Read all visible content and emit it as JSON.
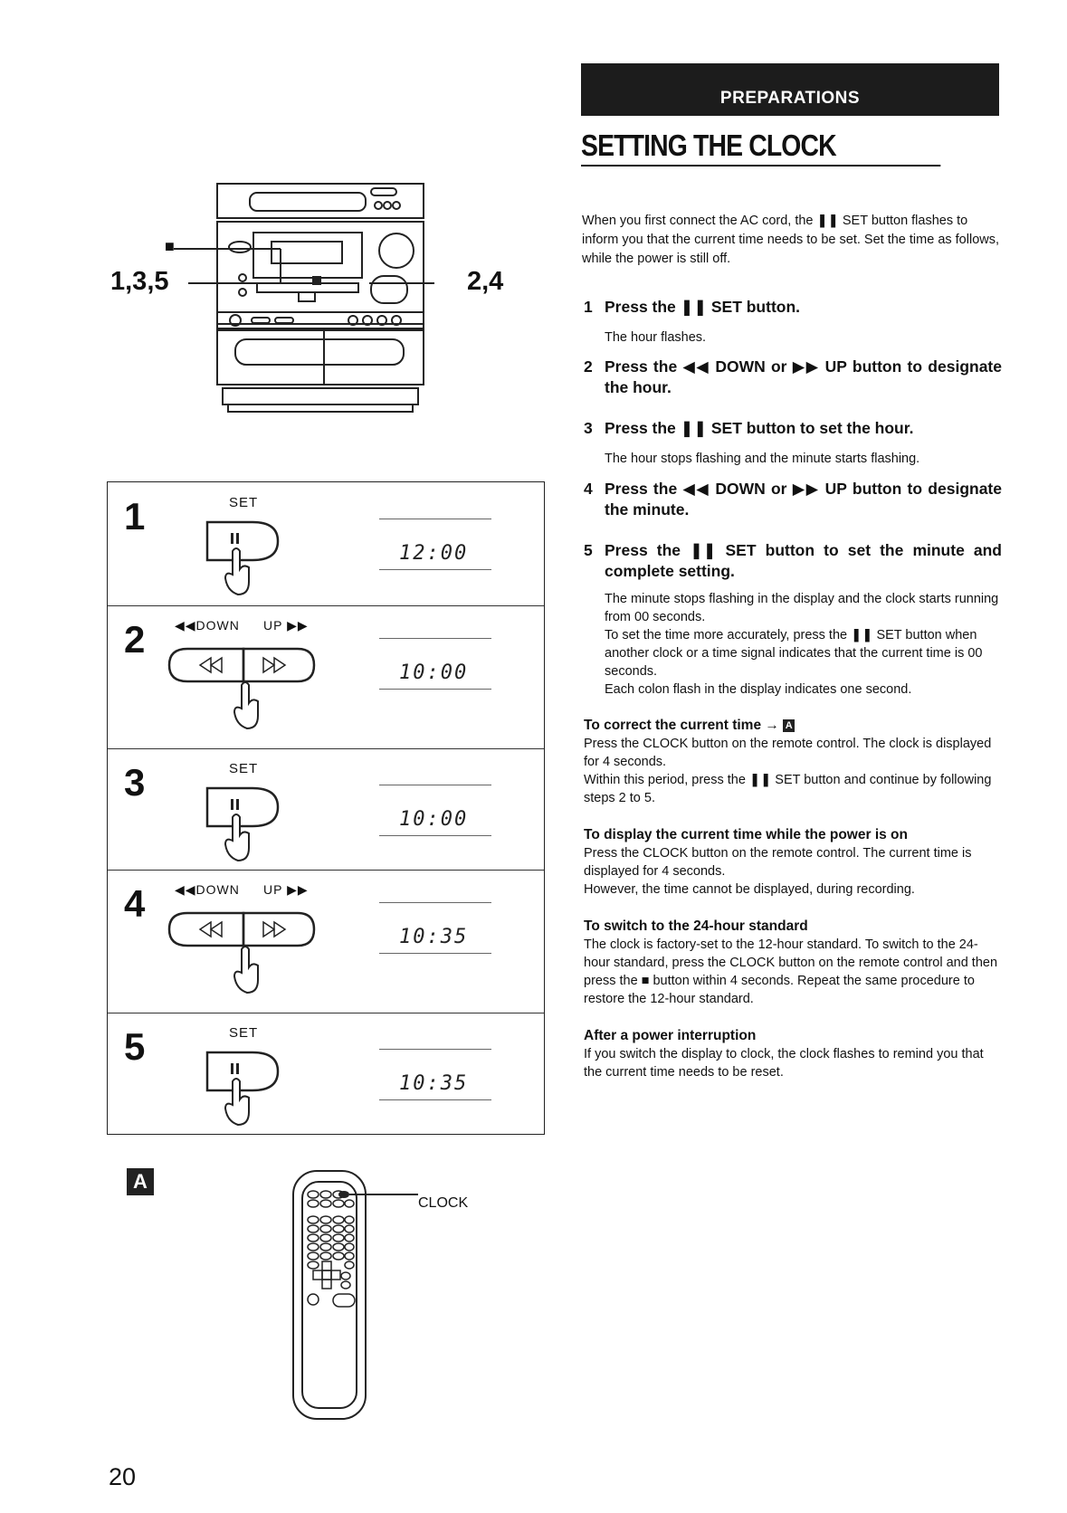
{
  "header": {
    "section": "PREPARATIONS",
    "title": "SETTING THE CLOCK"
  },
  "intro": "When you first connect the AC cord, the ❚❚ SET button flashes to inform you that the current time needs to be set.  Set the time as follows, while the power is still off.",
  "steps": [
    {
      "num": "1",
      "title": "Press the ❚❚ SET button.",
      "note": "The hour flashes."
    },
    {
      "num": "2",
      "title": "Press the ◀◀ DOWN or ▶▶ UP button to designate the hour.",
      "note": ""
    },
    {
      "num": "3",
      "title": "Press the ❚❚ SET button to set the hour.",
      "note": "The hour stops flashing and the minute starts flashing."
    },
    {
      "num": "4",
      "title": "Press the ◀◀ DOWN or ▶▶ UP button to designate the minute.",
      "note": ""
    },
    {
      "num": "5",
      "title": "Press the ❚❚ SET button to set the minute and complete setting.",
      "note_lines": [
        "The minute stops flashing in the display and the clock starts running from 00 seconds.",
        "To set the time more accurately, press the ❚❚ SET button when another clock or a time signal indicates that the current time is 00 seconds.",
        "Each colon flash in the display indicates one second."
      ]
    }
  ],
  "sections": [
    {
      "title": "To correct the current time →",
      "box": "A",
      "lines": [
        "Press the CLOCK button on the remote control.  The clock is displayed for 4 seconds.",
        "Within this period, press the ❚❚ SET button and continue by following steps 2 to 5."
      ]
    },
    {
      "title": "To display the current time while the power is on",
      "lines": [
        "Press the CLOCK button on the remote control. The current time is displayed for 4 seconds.",
        "However, the time cannot be displayed, during recording."
      ]
    },
    {
      "title": "To switch to the 24-hour standard",
      "lines": [
        "The clock is factory-set to the 12-hour standard.  To switch to the 24-hour standard, press the CLOCK button on the remote control and then press the ■ button within 4 seconds.  Repeat the same procedure to restore the 12-hour standard."
      ]
    },
    {
      "title": "After a power interruption",
      "lines": [
        "If you switch the display to clock, the clock flashes to remind you that the current time needs to be reset."
      ]
    }
  ],
  "unit_figure": {
    "label_left": "1,3,5",
    "label_right": "2,4",
    "stop_symbol": "■"
  },
  "step_table": [
    {
      "num": "1",
      "label": "SET",
      "display": "12:00"
    },
    {
      "num": "2",
      "label_down": "◀◀DOWN",
      "label_up": "UP ▶▶",
      "display": "10:00"
    },
    {
      "num": "3",
      "label": "SET",
      "display": "10:00"
    },
    {
      "num": "4",
      "label_down": "◀◀DOWN",
      "label_up": "UP ▶▶",
      "display": "10:35"
    },
    {
      "num": "5",
      "label": "SET",
      "display": "10:35"
    }
  ],
  "remote": {
    "box": "A",
    "label": "CLOCK"
  },
  "page_number": "20"
}
